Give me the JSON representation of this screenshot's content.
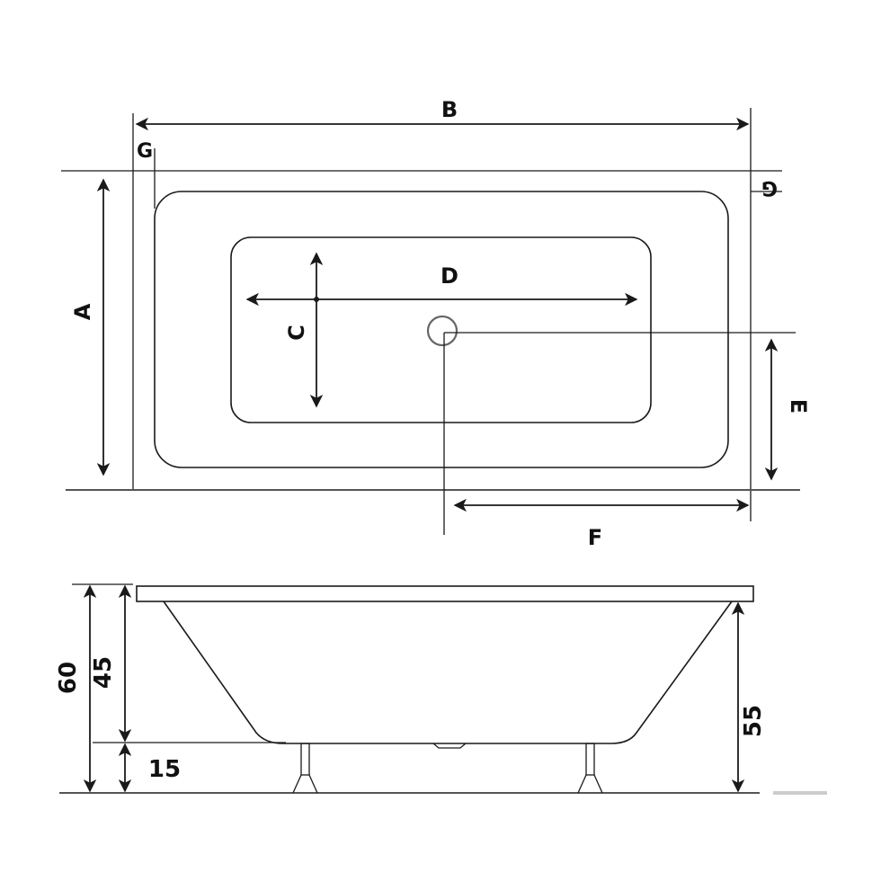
{
  "top_view": {
    "labels": {
      "A": "A",
      "B": "B",
      "C": "C",
      "D": "D",
      "E": "E",
      "F": "F",
      "G_left": "G",
      "G_right": "G"
    }
  },
  "side_view": {
    "labels": {
      "total_height": "60",
      "tub_depth": "45",
      "leg_height": "15",
      "rim_height": "55"
    }
  },
  "colors": {
    "line": "#1a1a1a",
    "background": "#ffffff"
  }
}
